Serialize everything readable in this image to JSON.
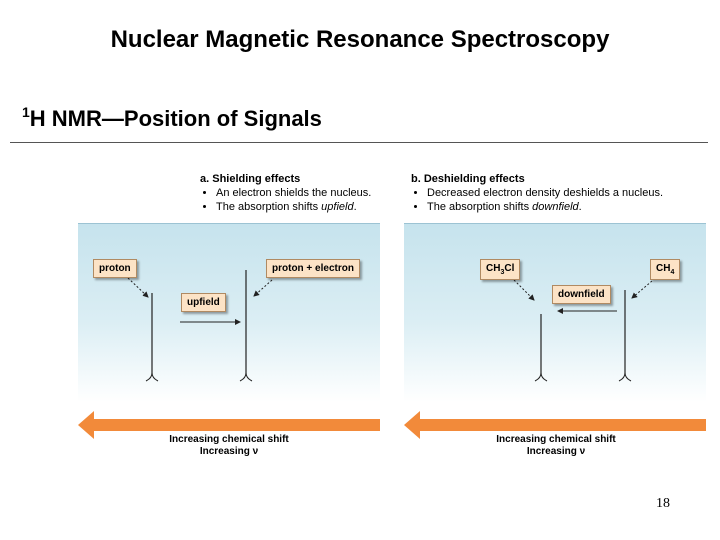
{
  "slide": {
    "title": "Nuclear Magnetic Resonance Spectroscopy",
    "subtitle_sup": "1",
    "subtitle_main": "H NMR—Position of Signals",
    "page_number": "18"
  },
  "panel_a": {
    "heading": "a. Shielding effects",
    "bullet_1": "An electron shields the nucleus.",
    "bullet_2_pre": "The absorption shifts ",
    "bullet_2_em": "upfield",
    "bullet_2_post": ".",
    "label_left": "proton",
    "label_right": "proton + electron",
    "label_center": "upfield",
    "caption_line_1": "Increasing chemical shift",
    "caption_line_2": "Increasing ν"
  },
  "panel_b": {
    "heading": "b. Deshielding effects",
    "bullet_1": "Decreased electron density deshields a nucleus.",
    "bullet_2_pre": "The absorption shifts ",
    "bullet_2_em": "downfield",
    "bullet_2_post": ".",
    "label_left_a": "CH",
    "label_left_sub": "3",
    "label_left_b": "Cl",
    "label_right_a": "CH",
    "label_right_sub": "4",
    "label_center": "downfield",
    "caption_line_1": "Increasing chemical shift",
    "caption_line_2": "Increasing ν"
  },
  "colors": {
    "arrow_orange": "#f28a3a",
    "label_fill": "#fce3c6",
    "panel_blue": "#c6e3ed"
  }
}
